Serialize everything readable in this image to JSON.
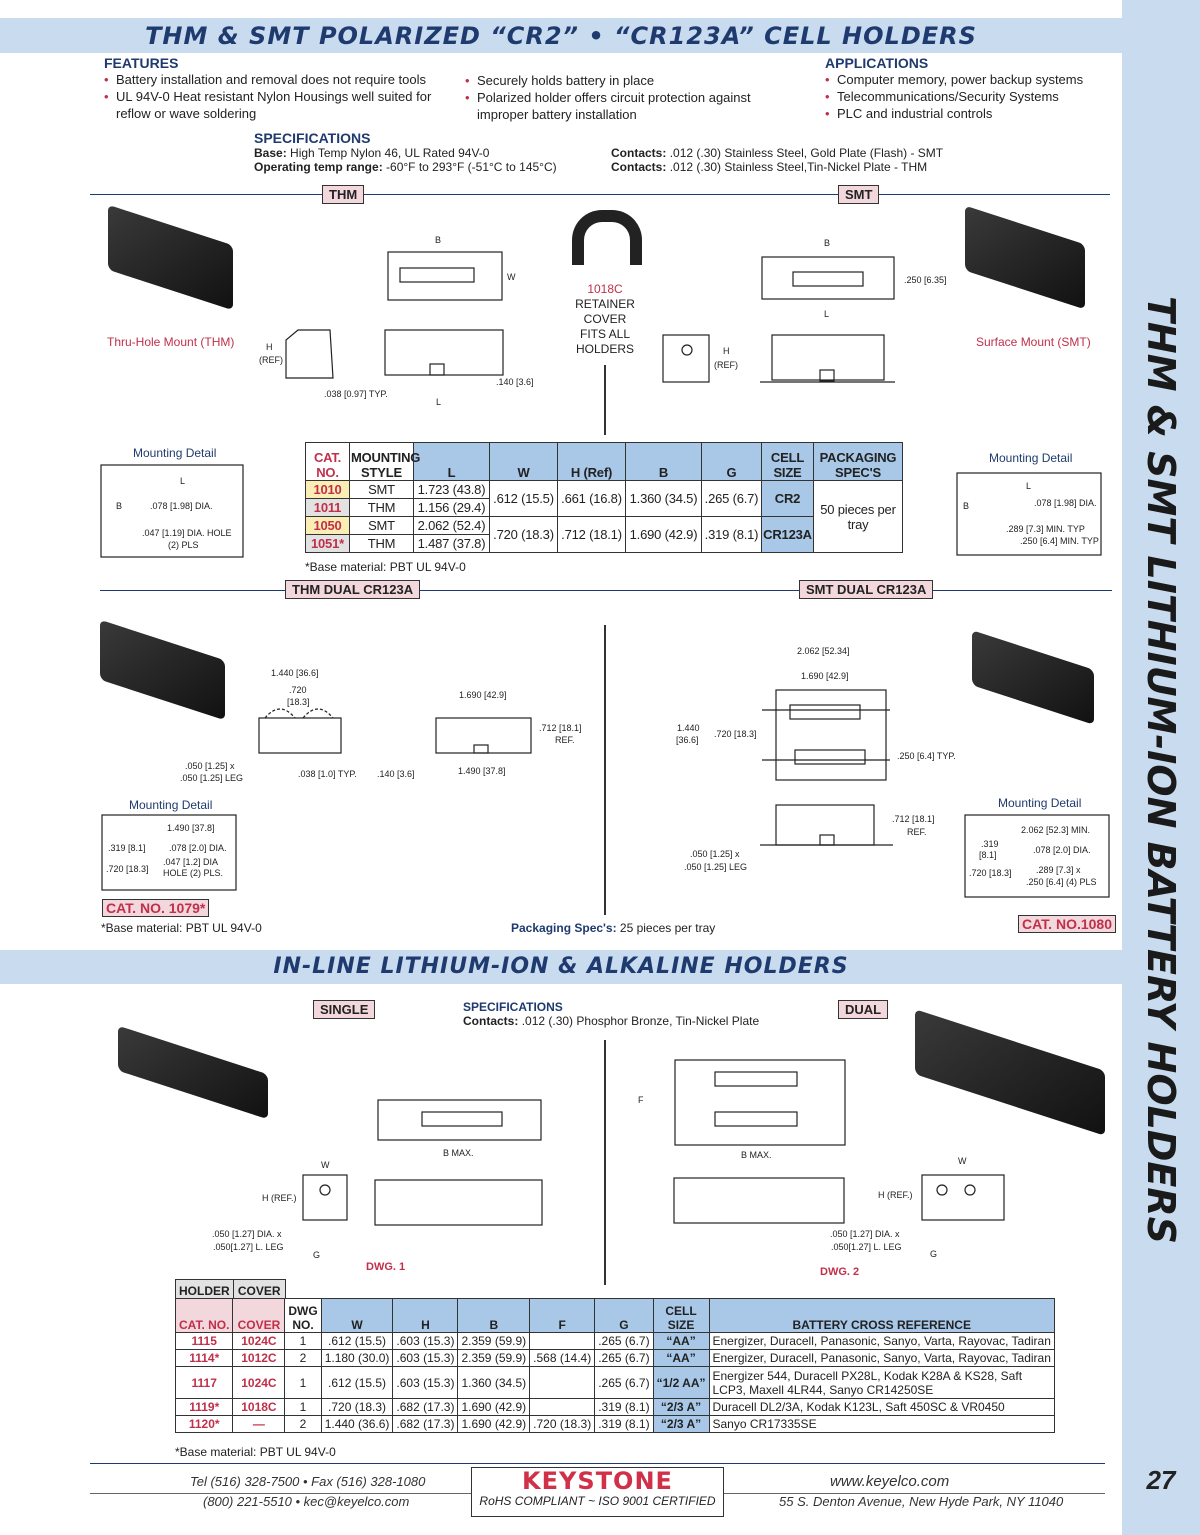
{
  "title": "THM & SMT POLARIZED “CR2” • “CR123A” CELL HOLDERS",
  "side_title": "THM & SMT LITHIUM-ION BATTERY HOLDERS",
  "page_number": "27",
  "features": {
    "heading": "FEATURES",
    "items": [
      "Battery installation and removal does not require tools",
      "UL 94V-0 Heat resistant Nylon Housings well suited for reflow or wave soldering",
      "Securely holds battery in place",
      "Polarized holder offers circuit protection against improper battery installation"
    ]
  },
  "applications": {
    "heading": "APPLICATIONS",
    "items": [
      "Computer memory, power backup systems",
      "Telecommunications/Security Systems",
      "PLC and industrial controls"
    ]
  },
  "specs": {
    "heading": "SPECIFICATIONS",
    "base_label": "Base:",
    "base": "High Temp Nylon 46, UL Rated 94V-0",
    "temp_label": "Operating temp range:",
    "temp": "-60°F to 293°F (-51°C to 145°C)",
    "contacts_label": "Contacts:",
    "contacts_smt": ".012 (.30) Stainless Steel, Gold Plate (Flash) - SMT",
    "contacts_thm": ".012 (.30) Stainless Steel,Tin-Nickel Plate - THM"
  },
  "top": {
    "thm_tag": "THM",
    "smt_tag": "SMT",
    "thm_caption": "Thru-Hole Mount (THM)",
    "smt_caption": "Surface Mount (SMT)",
    "retainer_cat": "1018C",
    "retainer_text": [
      "RETAINER",
      "COVER",
      "FITS ALL",
      "HOLDERS"
    ],
    "dims": {
      "B": "B",
      "W": "W",
      "H": "H",
      "ref": "(REF)",
      "L": "L",
      "d038": ".038 [0.97] TYP.",
      "d140": ".140 [3.6]",
      "d250": ".250 [6.35]"
    },
    "mount_left": {
      "title": "Mounting Detail",
      "L": "L",
      "B": "B",
      "d1": ".078 [1.98] DIA.",
      "d2": ".047 [1.19] DIA. HOLE",
      "d3": "(2) PLS"
    },
    "mount_right": {
      "title": "Mounting Detail",
      "L": "L",
      "B": "B",
      "d1": ".078 [1.98] DIA.",
      "d2": ".289 [7.3] MIN. TYP",
      "d3": ".250 [6.4] MIN. TYP"
    }
  },
  "table1": {
    "headers": [
      "CAT. NO.",
      "MOUNTING STYLE",
      "L",
      "W",
      "H (Ref)",
      "B",
      "G",
      "CELL SIZE",
      "PACKAGING SPEC'S"
    ],
    "rows": [
      {
        "cat": "1010",
        "style": "SMT",
        "L": "1.723 (43.8)"
      },
      {
        "cat": "1011",
        "style": "THM",
        "L": "1.156 (29.4)"
      },
      {
        "cat": "1050",
        "style": "SMT",
        "L": "2.062 (52.4)"
      },
      {
        "cat": "1051*",
        "style": "THM",
        "L": "1.487 (37.8)"
      }
    ],
    "groups": [
      {
        "W": ".612 (15.5)",
        "H": ".661 (16.8)",
        "B": "1.360 (34.5)",
        "G": ".265 (6.7)",
        "cell": "CR2"
      },
      {
        "W": ".720 (18.3)",
        "H": ".712 (18.1)",
        "B": "1.690 (42.9)",
        "G": ".319 (8.1)",
        "cell": "CR123A"
      }
    ],
    "packaging": "50 pieces per tray",
    "note": "*Base material: PBT UL 94V-0"
  },
  "dual": {
    "thm_tag": "THM DUAL CR123A",
    "smt_tag": "SMT DUAL CR123A",
    "thm_dims": [
      "1.440 [36.6]",
      ".720",
      "[18.3]",
      ".050 [1.25] x",
      ".050 [1.25] LEG",
      ".038 [1.0] TYP.",
      "1.690 [42.9]",
      ".712 [18.1]",
      "REF.",
      ".140 [3.6]",
      "1.490 [37.8]"
    ],
    "thm_mount": {
      "title": "Mounting Detail",
      "d": [
        "1.490 [37.8]",
        ".319 [8.1]",
        ".078 [2.0] DIA.",
        ".720 [18.3]",
        ".047 [1.2] DIA",
        "HOLE (2) PLS."
      ]
    },
    "smt_dims": [
      "2.062 [52.34]",
      "1.690 [42.9]",
      "1.440",
      "[36.6]",
      ".720 [18.3]",
      ".250 [6.4] TYP.",
      ".712 [18.1]",
      "REF.",
      ".050 [1.25] x",
      ".050 [1.25] LEG"
    ],
    "smt_mount": {
      "title": "Mounting Detail",
      "d": [
        "2.062 [52.3] MIN.",
        ".319",
        "[8.1]",
        ".078 [2.0] DIA.",
        ".720 [18.3]",
        ".289 [7.3] x",
        ".250 [6.4] (4) PLS"
      ]
    },
    "cat_left": "CAT. NO. 1079*",
    "cat_right": "CAT. NO.1080",
    "note": "*Base material: PBT UL 94V-0",
    "pack_label": "Packaging Spec's:",
    "pack": "25 pieces per tray"
  },
  "inline": {
    "title": "IN-LINE LITHIUM-ION & ALKALINE HOLDERS",
    "single_tag": "SINGLE",
    "dual_tag": "DUAL",
    "spec_heading": "SPECIFICATIONS",
    "contacts_label": "Contacts:",
    "contacts": ".012 (.30) Phosphor Bronze,  Tin-Nickel Plate",
    "dims": {
      "bmax": "B MAX.",
      "W": "W",
      "H": "H (REF.)",
      "G": "G",
      "F": "F",
      "leg1": ".050 [1.27] DIA. x",
      "leg2": ".050[1.27] L. LEG",
      "leg2b": ".050[1.27] L. LEG"
    },
    "dwg1": "DWG. 1",
    "dwg2": "DWG. 2"
  },
  "table2": {
    "group_headers": [
      "HOLDER",
      "COVER"
    ],
    "headers": [
      "CAT. NO.",
      "COVER",
      "DWG NO.",
      "W",
      "H",
      "B",
      "F",
      "G",
      "CELL SIZE",
      "BATTERY CROSS REFERENCE"
    ],
    "rows": [
      {
        "cat": "1115",
        "cover": "1024C",
        "dwg": "1",
        "W": ".612 (15.5)",
        "H": ".603  (15.3)",
        "B": "2.359  (59.9)",
        "F": "",
        "G": ".265  (6.7)",
        "cell": "“AA”",
        "ref": "Energizer, Duracell, Panasonic, Sanyo, Varta, Rayovac, Tadiran"
      },
      {
        "cat": "1114*",
        "cover": "1012C",
        "dwg": "2",
        "W": "1.180 (30.0)",
        "H": ".603  (15.3)",
        "B": "2.359  (59.9)",
        "F": ".568 (14.4)",
        "G": ".265  (6.7)",
        "cell": "“AA”",
        "ref": "Energizer, Duracell, Panasonic, Sanyo, Varta, Rayovac, Tadiran"
      },
      {
        "cat": "1117",
        "cover": "1024C",
        "dwg": "1",
        "W": ".612 (15.5)",
        "H": ".603  (15.3)",
        "B": "1.360  (34.5)",
        "F": "",
        "G": ".265  (6.7)",
        "cell": "“1/2 AA”",
        "ref": "Energizer 544, Duracell PX28L, Kodak K28A & KS28, Saft LCP3, Maxell 4LR44, Sanyo CR14250SE"
      },
      {
        "cat": "1119*",
        "cover": "1018C",
        "dwg": "1",
        "W": ".720 (18.3)",
        "H": ".682  (17.3)",
        "B": "1.690  (42.9)",
        "F": "",
        "G": ".319  (8.1)",
        "cell": "“2/3 A”",
        "ref": "Duracell DL2/3A, Kodak K123L, Saft 450SC & VR0450"
      },
      {
        "cat": "1120*",
        "cover": "—",
        "dwg": "2",
        "W": "1.440 (36.6)",
        "H": ".682  (17.3)",
        "B": "1.690  (42.9)",
        "F": ".720 (18.3)",
        "G": ".319  (8.1)",
        "cell": "“2/3 A”",
        "ref": "Sanyo CR17335SE"
      }
    ],
    "note": "*Base material: PBT UL 94V-0"
  },
  "footer": {
    "tel": "Tel (516) 328-7500  •  Fax (516) 328-1080",
    "phone": "(800) 221-5510  •  kec@keyelco.com",
    "logo": "KEYSTONE",
    "cert": "RoHS COMPLIANT  ~   ISO 9001 CERTIFIED",
    "web": "www.keyelco.com",
    "address": "55 S. Denton Avenue, New Hyde Park, NY 11040"
  },
  "colors": {
    "navy": "#1f3a6e",
    "band": "#c9dcef",
    "accent": "#c0304a",
    "header_cell": "#a9c8e8"
  }
}
